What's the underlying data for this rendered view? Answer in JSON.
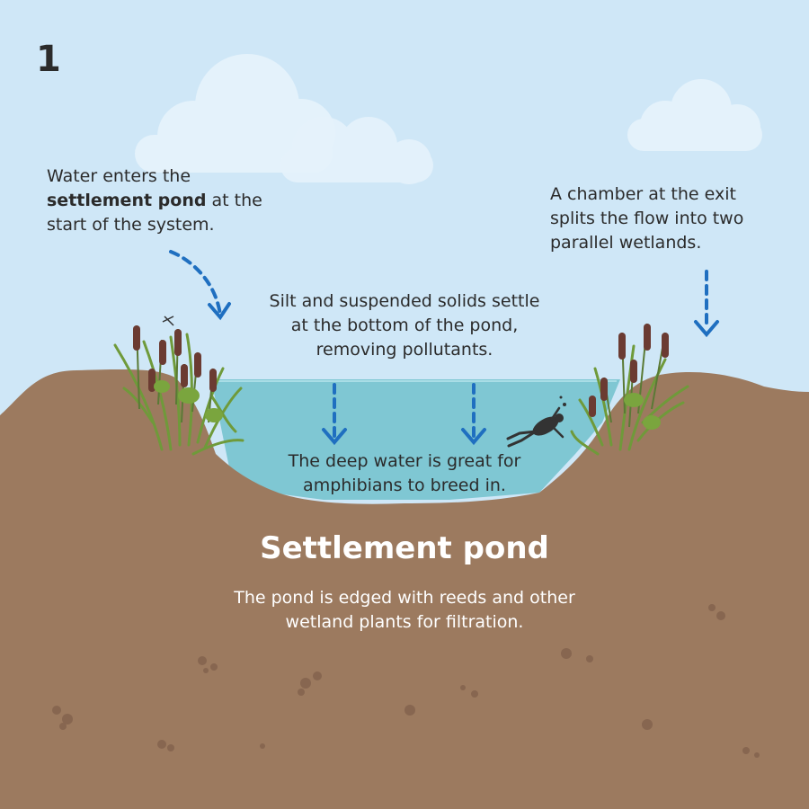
{
  "step_number": "1",
  "intro": {
    "before": "Water enters the",
    "bold": "settlement pond",
    "after": " at the start of the system."
  },
  "chamber_note": "A chamber at the exit splits the flow into two parallel wetlands.",
  "silt_note": "Silt and suspended solids settle at the bottom of the pond, removing pollutants.",
  "deep_water_note": "The deep water is great for amphibians to breed in.",
  "title": "Settlement pond",
  "caption": "The pond is edged with reeds and other wetland plants for filtration.",
  "colors": {
    "sky": "#cfe7f7",
    "cloud": "#e6f3fc",
    "soil": "#9c7a5f",
    "pebble": "#876650",
    "water": "#7fc7d3",
    "water_line": "#a9dde6",
    "arrow": "#1f6fc0",
    "reed_green": "#6f9a3a",
    "cattail": "#6b3b32",
    "frog": "#333333"
  }
}
